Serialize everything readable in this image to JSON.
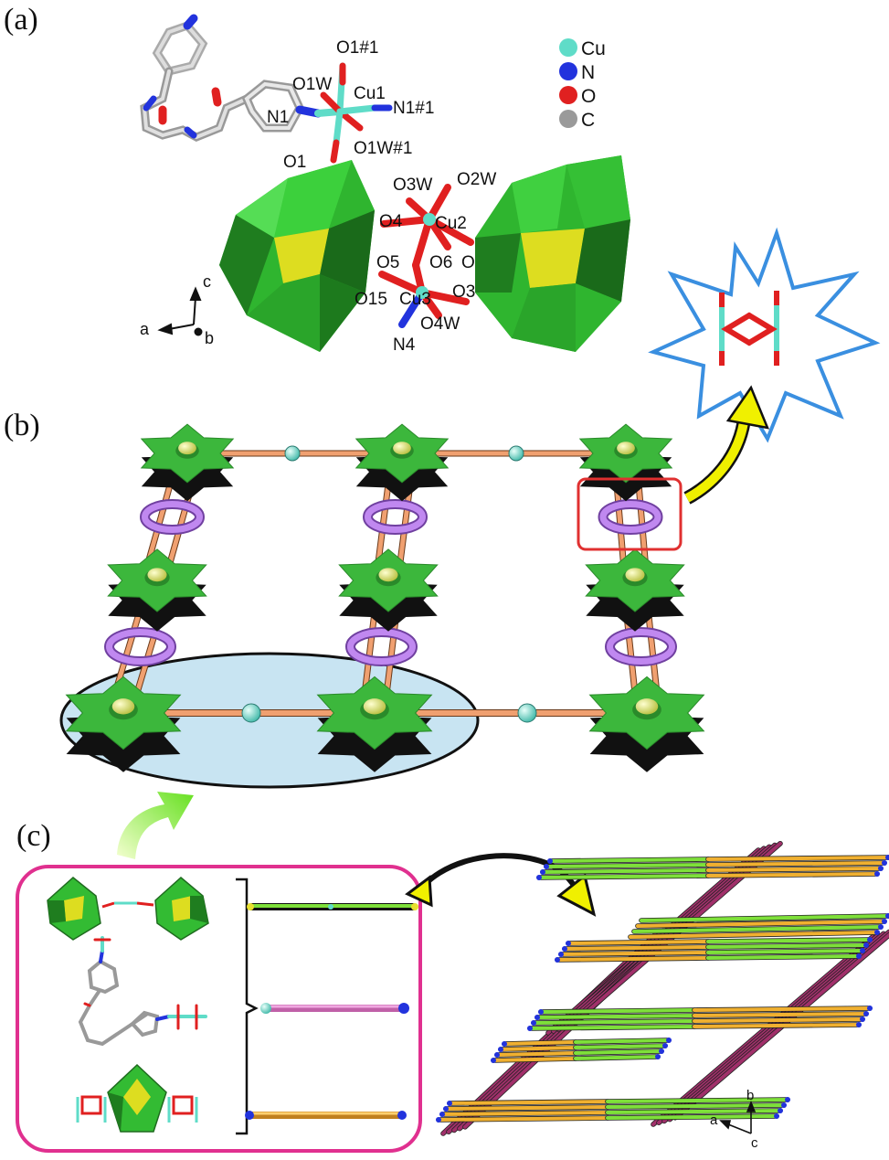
{
  "panels": {
    "a": "(a)",
    "b": "(b)",
    "c": "(c)"
  },
  "legend": [
    {
      "label": "Cu",
      "color": "#5fdcc8"
    },
    {
      "label": "N",
      "color": "#2233dd"
    },
    {
      "label": "O",
      "color": "#e02020"
    },
    {
      "label": "C",
      "color": "#9a9a9a"
    }
  ],
  "atoms": {
    "O1_1": "O1#1",
    "O1W": "O1W",
    "Cu1": "Cu1",
    "N1": "N1",
    "N1_1": "N1#1",
    "O1W_1": "O1W#1",
    "O1": "O1",
    "O3W": "O3W",
    "O2W": "O2W",
    "O4": "O4",
    "Cu2": "Cu2",
    "O5": "O5",
    "O6": "O6",
    "O2": "O2",
    "O15": "O15",
    "Cu3": "Cu3",
    "O3": "O3",
    "O4W": "O4W",
    "N4": "N4"
  },
  "axes_a": {
    "c": "c",
    "a": "a",
    "b": "b"
  },
  "axes_c": {
    "b": "b",
    "a": "a",
    "c": "c"
  },
  "colors": {
    "polyhedron": "#33bb33",
    "polyhedron_dark": "#1f6b1f",
    "core": "#e6e61e",
    "ring": "#b070e0",
    "rod": "#f0a070",
    "cu": "#5fdcc8",
    "highlight_box": "#e03030",
    "burst": "#3a8fe0",
    "frame_c": "#e0308f",
    "green_rod": "#7ee03a",
    "magenta_rod": "#a0306a",
    "orange_rod": "#f0b030"
  }
}
